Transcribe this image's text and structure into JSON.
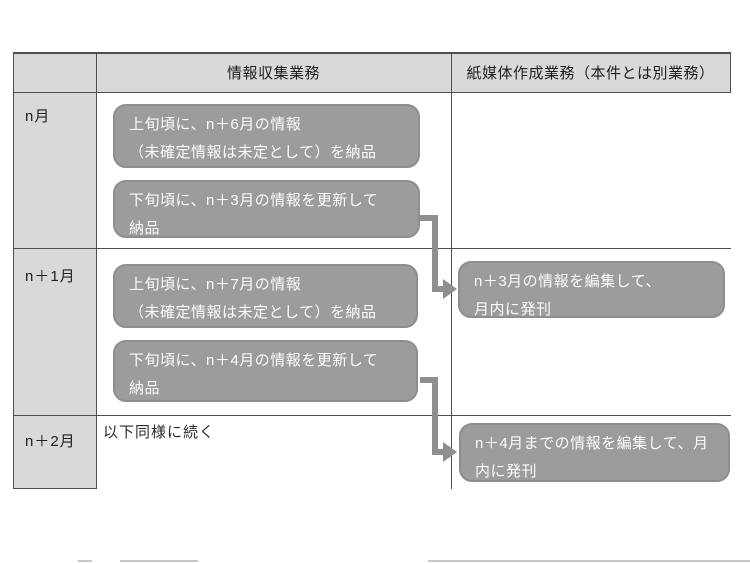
{
  "table": {
    "header": {
      "col_month": "",
      "col_collect": "情報収集業務",
      "col_paper": "紙媒体作成業務（本件とは別業務）"
    },
    "rows": [
      {
        "label": "n月"
      },
      {
        "label": "n＋1月"
      },
      {
        "label": "n＋2月"
      }
    ],
    "note": "以下同様に続く"
  },
  "boxes": {
    "b1": {
      "line1": "上旬頃に、n＋6月の情報",
      "line2": "（未確定情報は未定として）を納品"
    },
    "b2": {
      "line1": "下旬頃に、n＋3月の情報を更新して",
      "line2": "納品"
    },
    "b3": {
      "line1": "上旬頃に、n＋7月の情報",
      "line2": "（未確定情報は未定として）を納品"
    },
    "b4": {
      "line1": "下旬頃に、n＋4月の情報を更新して",
      "line2": "納品"
    },
    "r1": {
      "line1": "n＋3月の情報を編集して、",
      "line2": "月内に発刊"
    },
    "r2": {
      "line1": "n＋4月までの情報を編集して、月",
      "line2": "内に発刊"
    }
  },
  "colors": {
    "cell_shading": "#d9d9d9",
    "grid_line": "#4f4f4f",
    "box_fill": "#9c9c9c",
    "box_border": "#8e8e8e",
    "box_text": "#fbfbfb",
    "arrow": "#8f8f8f",
    "text": "#1f1f1f",
    "background": "#ffffff"
  }
}
